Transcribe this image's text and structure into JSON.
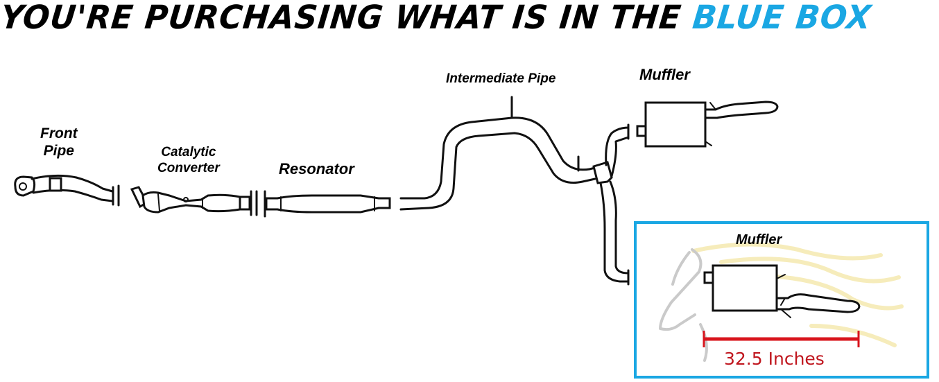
{
  "header": {
    "title_prefix": "YOU'RE PURCHASING WHAT IS IN THE",
    "title_highlight": "BLUE BOX"
  },
  "labels": {
    "front_pipe_line1": "Front",
    "front_pipe_line2": "Pipe",
    "catalytic_line1": "Catalytic",
    "catalytic_line2": "Converter",
    "resonator": "Resonator",
    "intermediate_pipe": "Intermediate Pipe",
    "muffler_top": "Muffler",
    "muffler_box": "Muffler"
  },
  "measurement": {
    "text": "32.5 Inches"
  },
  "colors": {
    "highlight": "#1aa7e3",
    "measure_line": "#d8141c",
    "measure_text": "#c0161e",
    "outline": "#111111"
  }
}
